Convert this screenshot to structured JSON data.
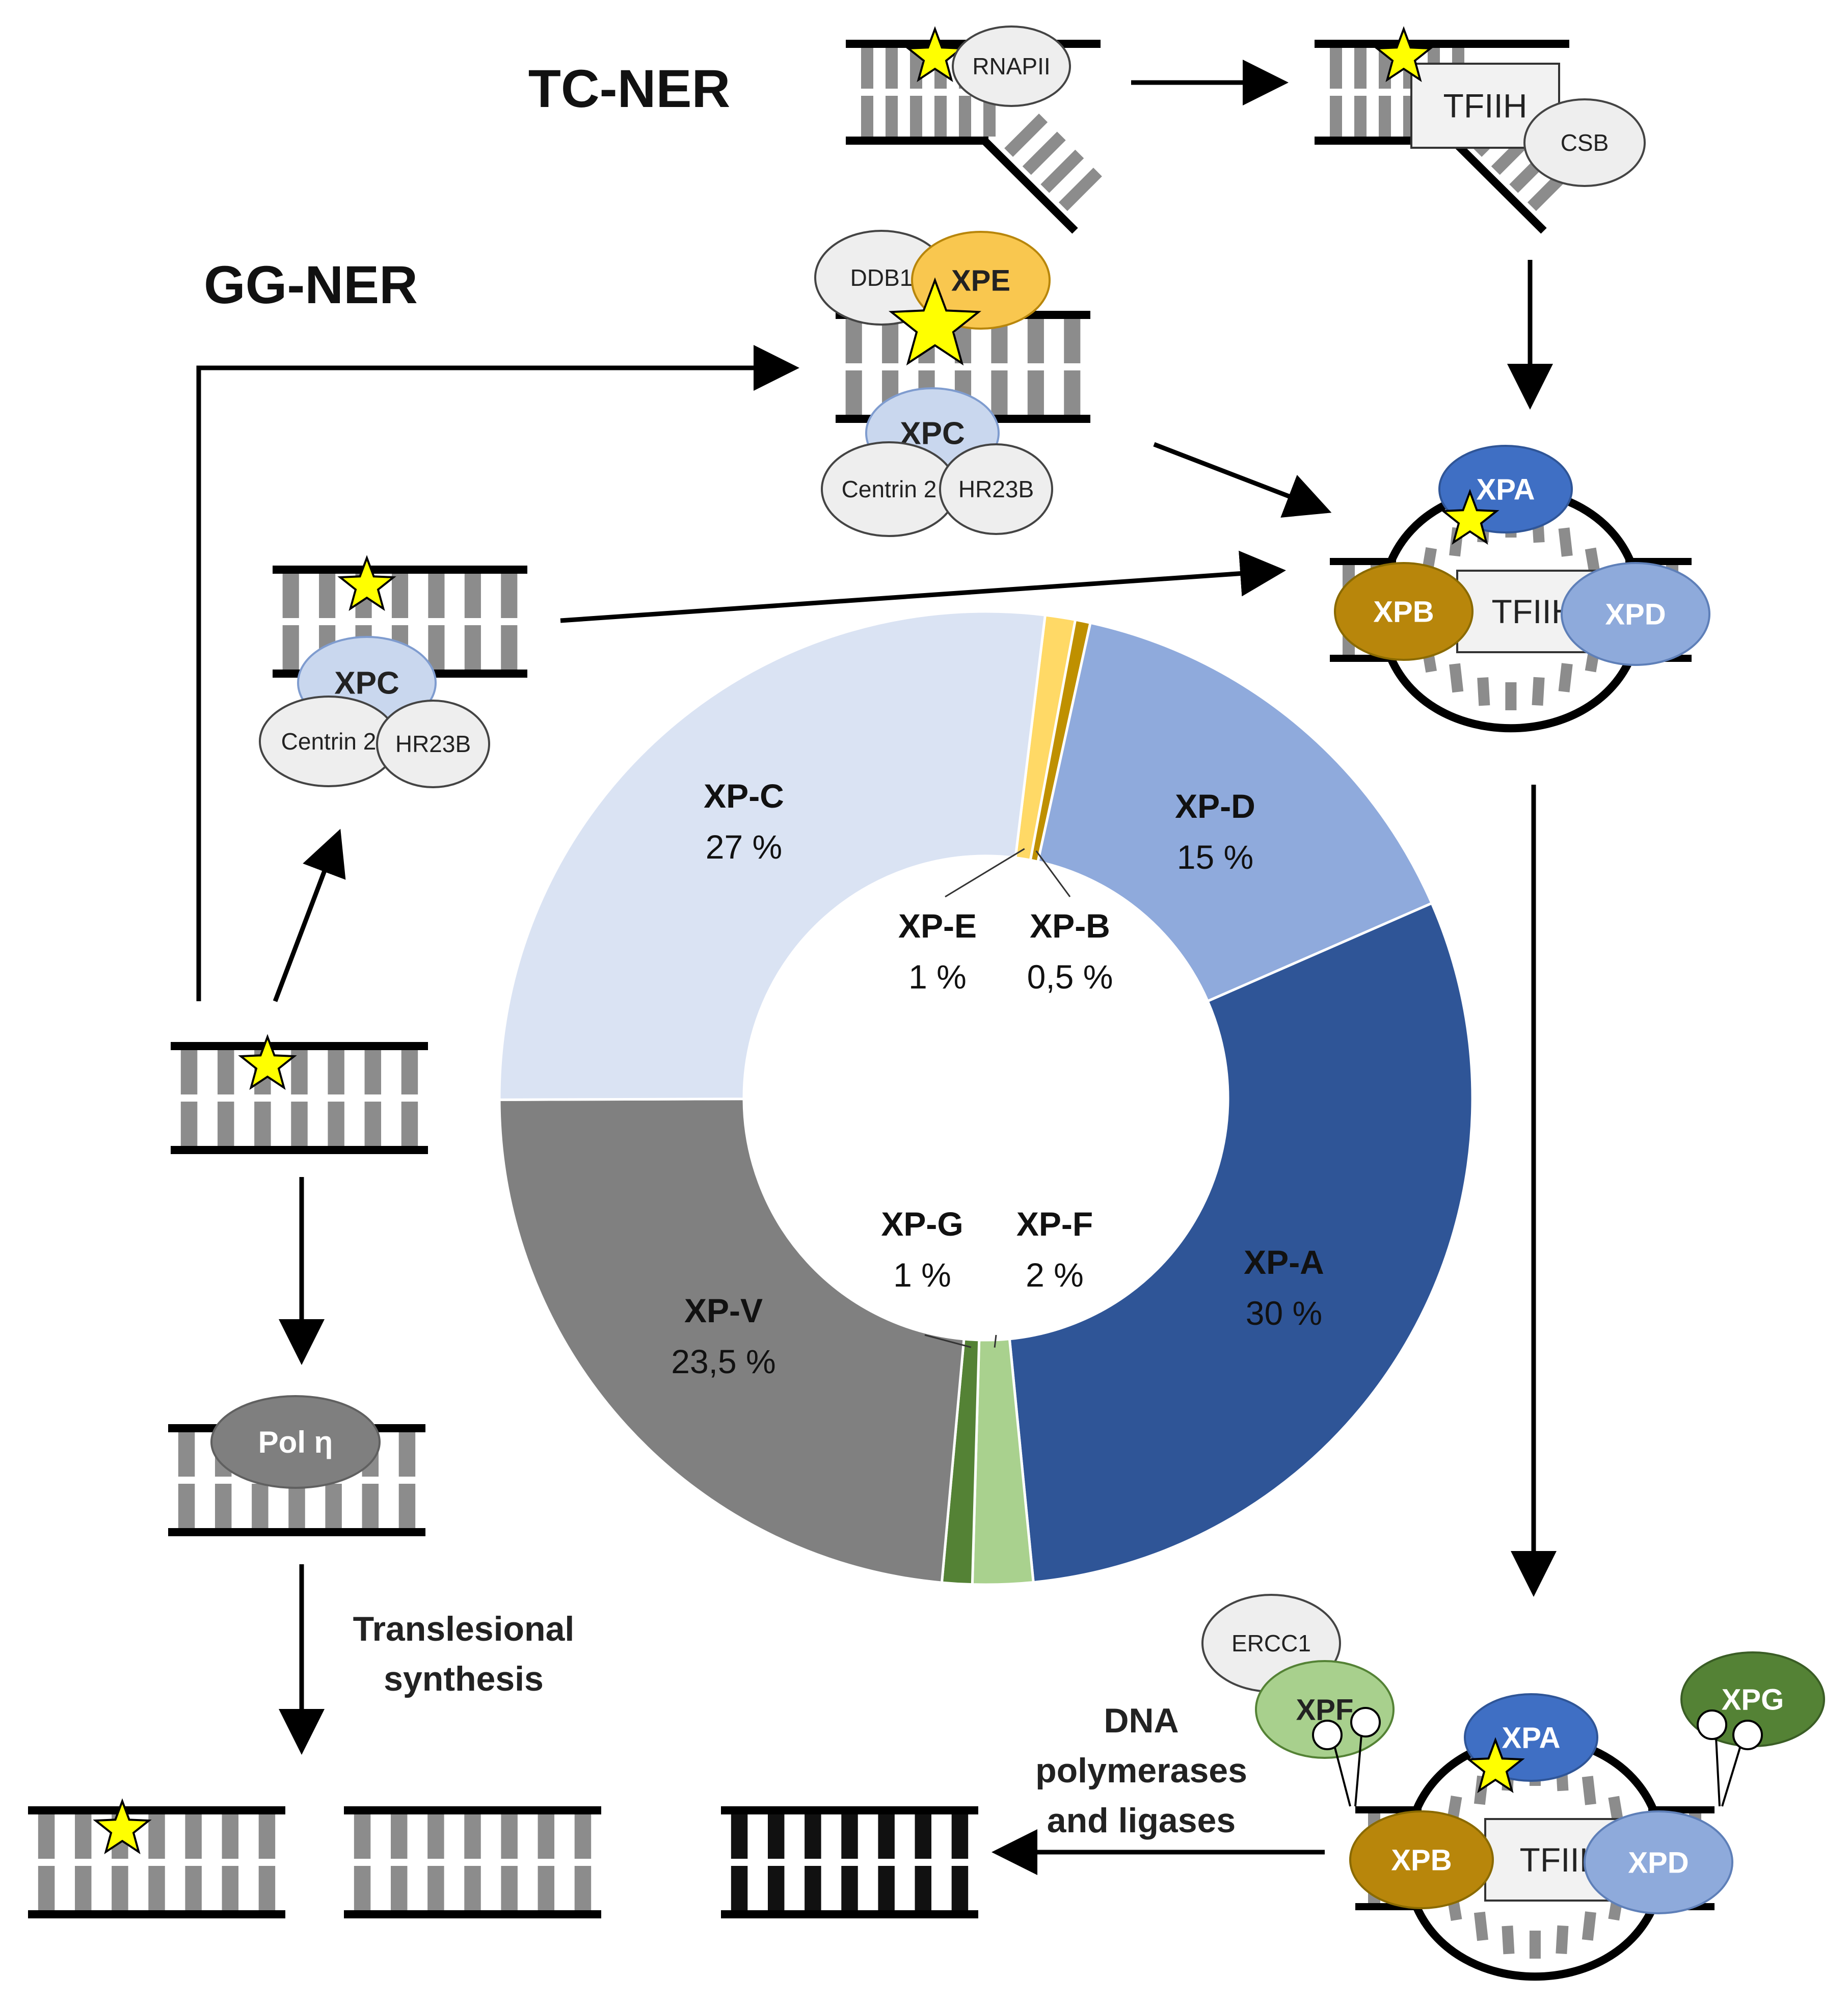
{
  "labels": {
    "tc_ner": "TC-NER",
    "gg_ner": "GG-NER",
    "translesional": [
      "Translesional",
      "synthesis"
    ],
    "dna_poly": [
      "DNA",
      "polymerases",
      "and ligases"
    ]
  },
  "proteins": {
    "rnapii": "RNAPII",
    "tfiih": "TFIIH",
    "csb": "CSB",
    "ddb1": "DDB1",
    "xpe": "XPE",
    "xpc": "XPC",
    "centrin2": "Centrin 2",
    "hr23b": "HR23B",
    "xpa": "XPA",
    "xpb": "XPB",
    "xpd": "XPD",
    "pol_eta": "Pol η",
    "ercc1": "ERCC1",
    "xpf": "XPF",
    "xpg": "XPG"
  },
  "colors": {
    "lesion_star": "#ffff00",
    "xpe": "#f9c74f",
    "xpc": "#c9d7ee",
    "xpa": "#3f6fc4",
    "xpb": "#b8860b",
    "xpd": "#8eaadb",
    "xpf": "#a8d08d",
    "xpg": "#548235",
    "pol_eta": "#7f7f7f",
    "neutral_protein": "#eeeeee"
  },
  "chart_data": {
    "type": "pie",
    "donut": true,
    "segments": [
      {
        "name": "XP-E",
        "label": "1 %",
        "value": 1,
        "color": "#ffd966"
      },
      {
        "name": "XP-B",
        "label": "0,5 %",
        "value": 0.5,
        "color": "#bf9000"
      },
      {
        "name": "XP-D",
        "label": "15 %",
        "value": 15,
        "color": "#8faadc"
      },
      {
        "name": "XP-A",
        "label": "30 %",
        "value": 30,
        "color": "#2f5597"
      },
      {
        "name": "XP-F",
        "label": "2 %",
        "value": 2,
        "color": "#a9d18e"
      },
      {
        "name": "XP-G",
        "label": "1 %",
        "value": 1,
        "color": "#548235"
      },
      {
        "name": "XP-V",
        "label": "23,5 %",
        "value": 23.5,
        "color": "#808080"
      },
      {
        "name": "XP-C",
        "label": "27 %",
        "value": 27,
        "color": "#dae3f3"
      }
    ]
  }
}
